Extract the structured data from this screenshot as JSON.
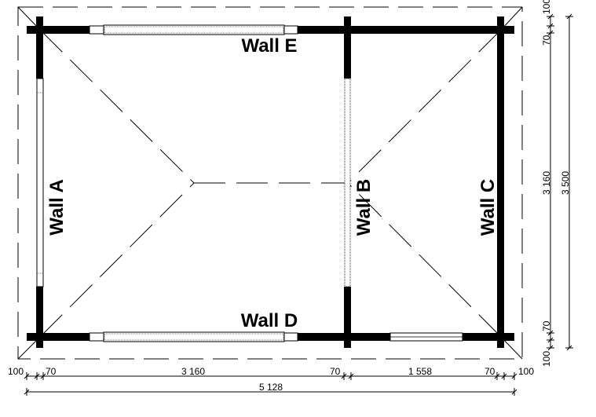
{
  "walls": {
    "a": "Wall A",
    "b": "Wall B",
    "c": "Wall C",
    "d": "Wall D",
    "e": "Wall E"
  },
  "dimensions": {
    "bottom": {
      "overhang_left": "100",
      "wall_left": "70",
      "room1": "3 160",
      "wall_mid": "70",
      "room2": "1 558",
      "wall_right": "70",
      "overhang_right": "100",
      "total": "5 128"
    },
    "right": {
      "overhang_top": "100",
      "wall_top": "70",
      "room": "3 160",
      "wall_bottom": "70",
      "overhang_bottom": "100",
      "total": "3 500"
    }
  }
}
